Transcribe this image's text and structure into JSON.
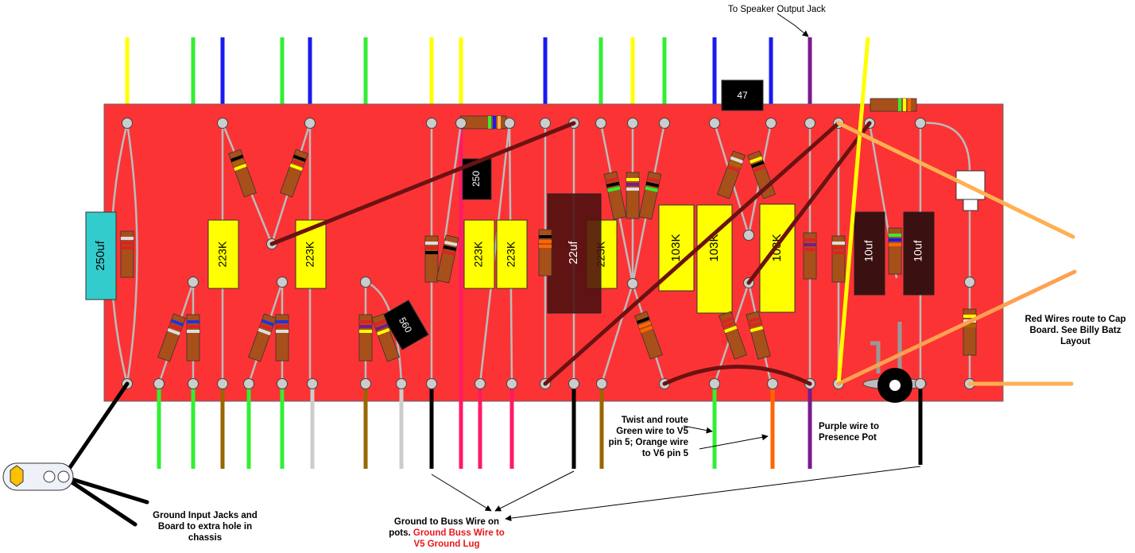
{
  "board": {
    "color": "#fb3335",
    "wire_colors": {
      "yellow": "#ffff00",
      "green": "#33ee33",
      "blue": "#1a1af0",
      "brown": "#996600",
      "gray": "#cccccc",
      "black": "#000000",
      "pink": "#ff1a66",
      "purple": "#7a1a8c",
      "orange": "#ff6600",
      "dark_red": "#6b1212",
      "light_orange": "#ffb050"
    }
  },
  "capacitors": {
    "c250uf": "250uf",
    "c250": "250",
    "c560": "560",
    "c47": "47",
    "c22uf": "22uf",
    "c10uf_a": "10uf",
    "c10uf_b": "10uf",
    "c223k_1": "223K",
    "c223k_2": "223K",
    "c223k_3": "223K",
    "c223k_4": "223K",
    "c223k_5": "223K",
    "c103k_1": "103K",
    "c103k_2": "103K",
    "c103k_3": "103K"
  },
  "notes": {
    "speaker": "To  Speaker Output Jack",
    "red_wires": "Red Wires route to Cap Board.  See Billy Batz Layout",
    "twist": "Twist and route Green wire to V5 pin 5; Orange wire to V6 pin 5",
    "purple": "Purple wire to Presence Pot",
    "ground_input": "Ground Input Jacks and Board to extra hole in chassis",
    "ground_buss_a": "Ground to Buss Wire on pots.",
    "ground_buss_b": "Ground Buss Wire to V5 Ground Lug"
  }
}
